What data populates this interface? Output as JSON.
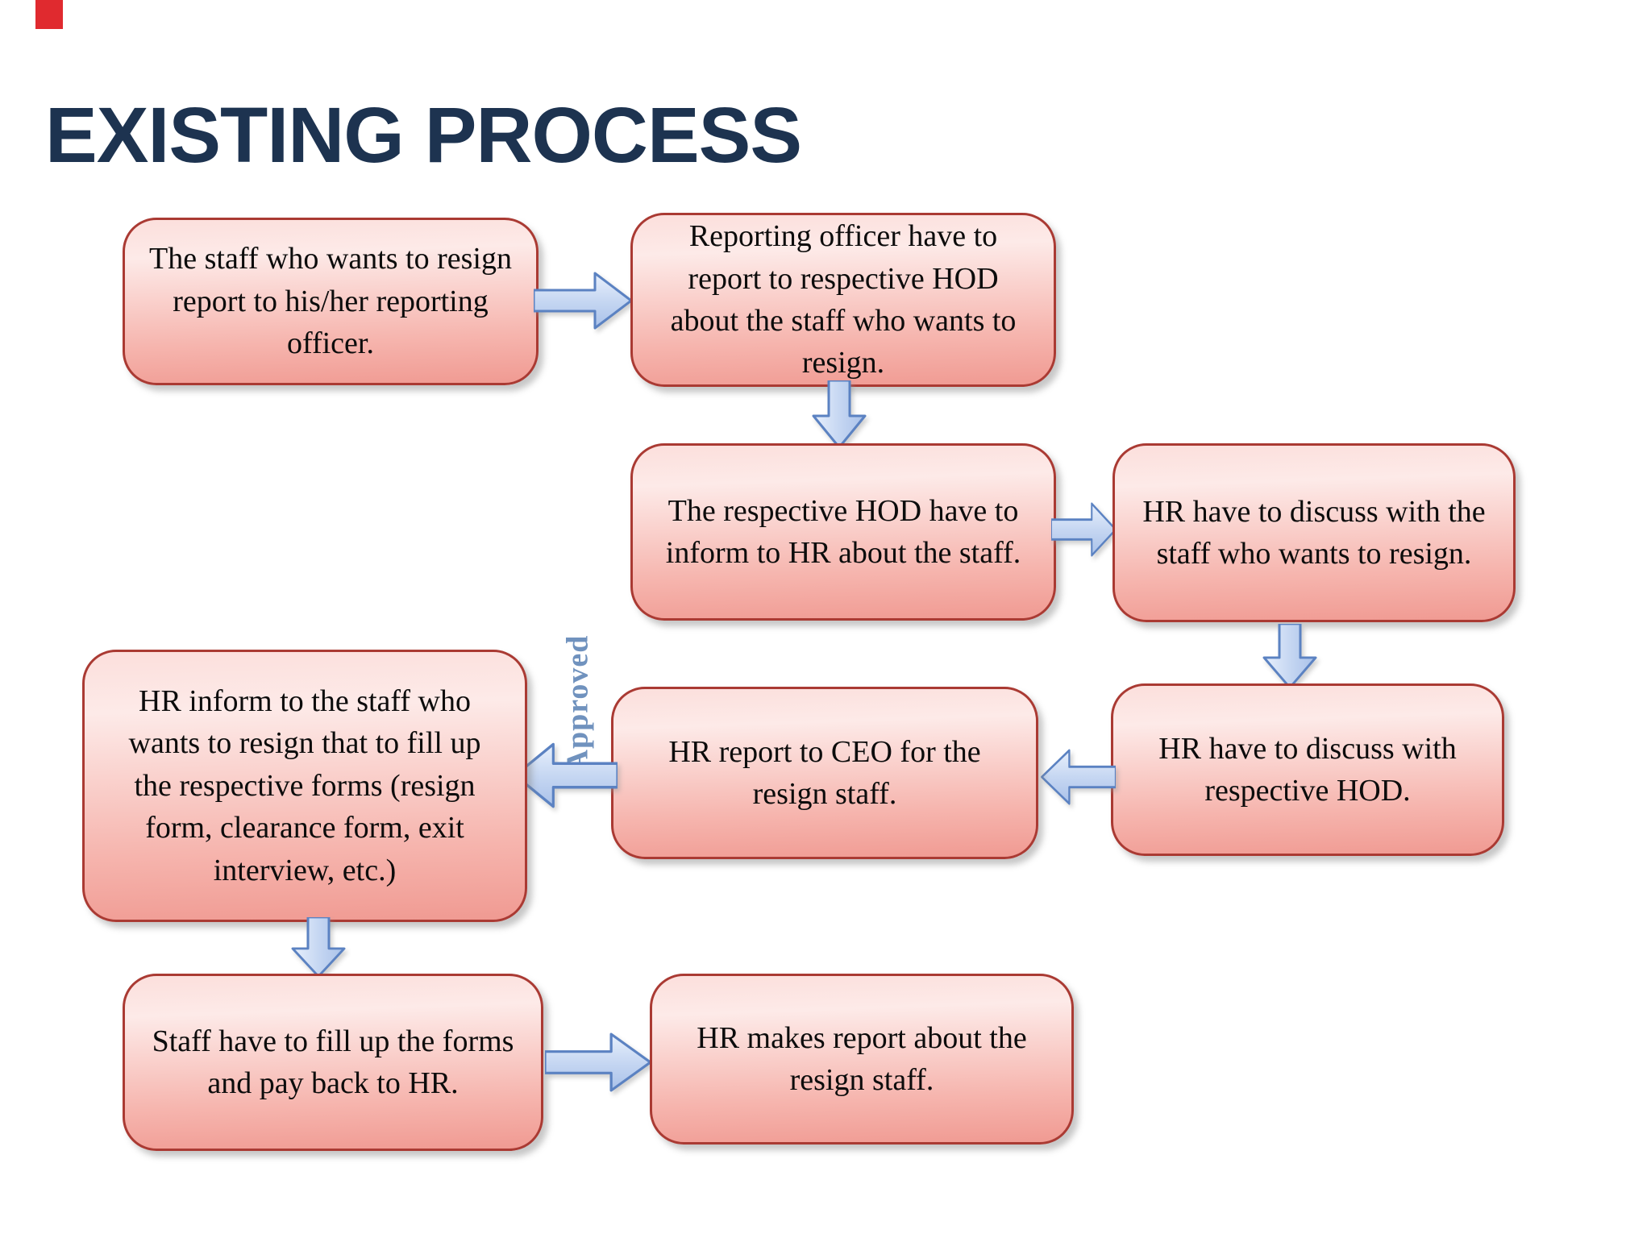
{
  "page": {
    "title": "EXISTING PROCESS"
  },
  "flowchart": {
    "nodes": [
      {
        "id": "step-1",
        "text": "The staff who wants to resign report to his/her reporting officer."
      },
      {
        "id": "step-2",
        "text": "Reporting officer have to report to respective HOD about the staff who wants to resign."
      },
      {
        "id": "step-3",
        "text": "The respective HOD have to inform to HR about the staff."
      },
      {
        "id": "step-4",
        "text": "HR have to discuss with the staff who wants to resign."
      },
      {
        "id": "step-5",
        "text": "HR have to discuss with respective HOD."
      },
      {
        "id": "step-6",
        "text": "HR report to CEO for the resign staff."
      },
      {
        "id": "step-7",
        "text": "HR inform to the staff who wants to resign that to fill up the respective forms (resign form, clearance form, exit interview, etc.)"
      },
      {
        "id": "step-8",
        "text": "Staff have to fill up the forms and pay back to HR."
      },
      {
        "id": "step-9",
        "text": "HR makes report about the resign staff."
      }
    ],
    "edges": [
      {
        "from": "step-1",
        "to": "step-2",
        "direction": "right"
      },
      {
        "from": "step-2",
        "to": "step-3",
        "direction": "down"
      },
      {
        "from": "step-3",
        "to": "step-4",
        "direction": "right"
      },
      {
        "from": "step-4",
        "to": "step-5",
        "direction": "down"
      },
      {
        "from": "step-5",
        "to": "step-6",
        "direction": "left"
      },
      {
        "from": "step-6",
        "to": "step-7",
        "direction": "left",
        "label": "Approved"
      },
      {
        "from": "step-7",
        "to": "step-8",
        "direction": "down"
      },
      {
        "from": "step-8",
        "to": "step-9",
        "direction": "right"
      }
    ],
    "edge_label": "Approved",
    "colors": {
      "title": "#1d3350",
      "box_border": "#aa3a33",
      "box_fill_top": "#fce3e0",
      "box_fill_bottom": "#f09a92",
      "arrow_fill": "#c6d7f2",
      "arrow_border": "#5b82c2",
      "edge_label_color": "#7092be",
      "corner_mark": "#e02a2f"
    }
  }
}
